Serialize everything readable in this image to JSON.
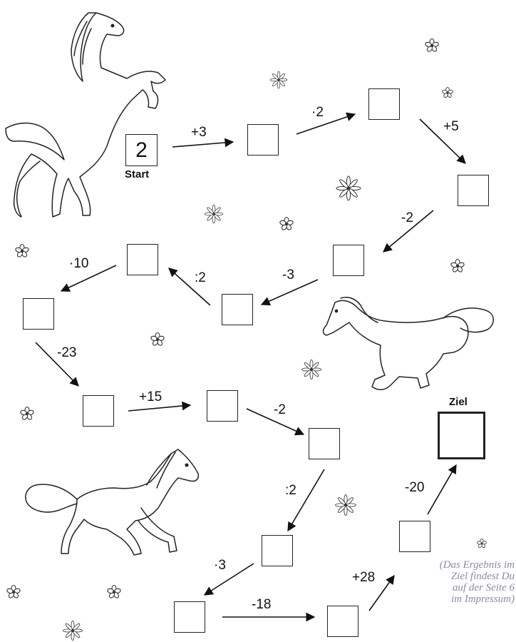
{
  "start": {
    "value": "2",
    "label": "Start"
  },
  "goal": {
    "label": "Ziel"
  },
  "operations": [
    "+3",
    "·2",
    "+5",
    "-2",
    "-3",
    ":2",
    "·10",
    "-23",
    "+15",
    "-2",
    ":2",
    "·3",
    "-18",
    "+28",
    "-20"
  ],
  "note": [
    "(Das Ergebnis im",
    "Ziel findest Du",
    "auf der Seite 6",
    "im Impressum)"
  ],
  "decorations": {
    "horses": [
      "horse-rearing-icon",
      "horse-galloping-icon",
      "horse-running-icon"
    ],
    "flower_icon": "flower-icon",
    "line_color": "#222222",
    "note_color": "#8a8aa8"
  }
}
